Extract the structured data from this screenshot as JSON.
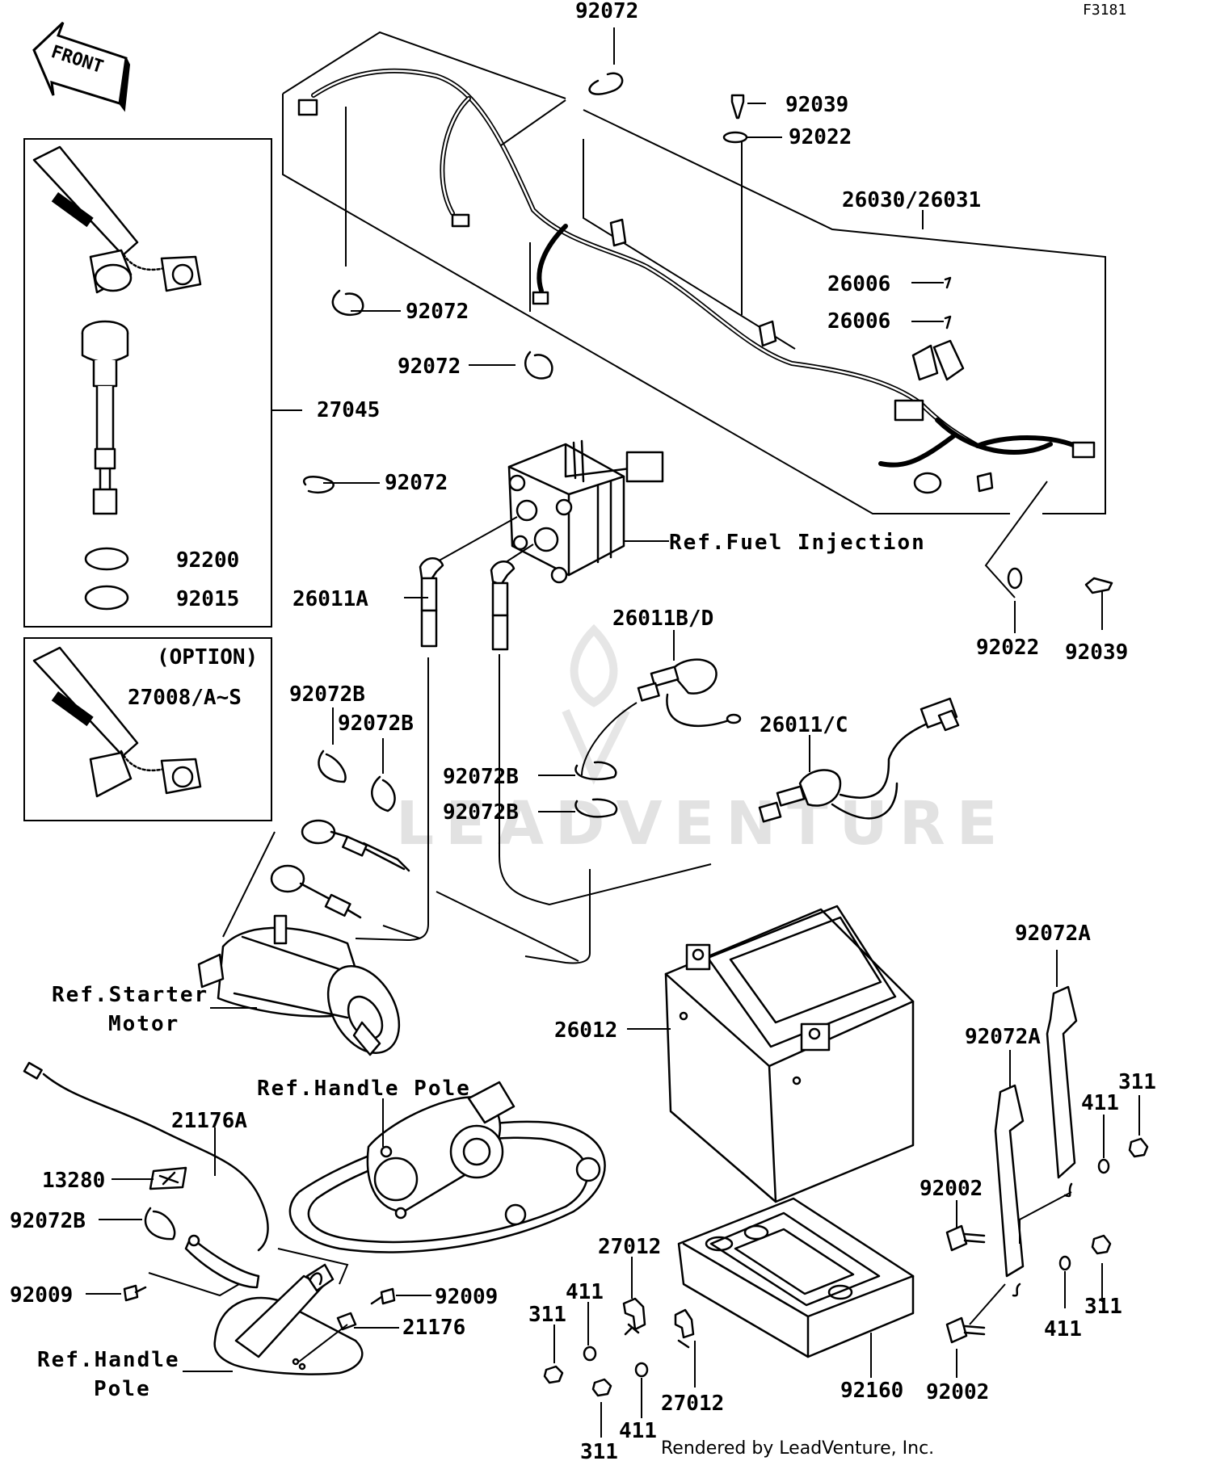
{
  "figure": {
    "code": "F3181",
    "front_label": "FRONT",
    "credit": "Rendered by LeadVenture, Inc.",
    "watermark": "LEADVENTURE"
  },
  "callouts": [
    {
      "id": "c01",
      "text": "92072"
    },
    {
      "id": "c02",
      "text": "92039"
    },
    {
      "id": "c03",
      "text": "92022"
    },
    {
      "id": "c04",
      "text": "26030/26031"
    },
    {
      "id": "c05",
      "text": "26006"
    },
    {
      "id": "c06",
      "text": "26006"
    },
    {
      "id": "c07",
      "text": "92072"
    },
    {
      "id": "c08",
      "text": "92072"
    },
    {
      "id": "c09",
      "text": "27045"
    },
    {
      "id": "c10",
      "text": "92072"
    },
    {
      "id": "c11",
      "text": "Ref.Fuel Injection"
    },
    {
      "id": "c12",
      "text": "92200"
    },
    {
      "id": "c13",
      "text": "92015"
    },
    {
      "id": "c14",
      "text": "26011A"
    },
    {
      "id": "c15",
      "text": "26011B/D"
    },
    {
      "id": "c16",
      "text": "92022"
    },
    {
      "id": "c17",
      "text": "92039"
    },
    {
      "id": "c18",
      "text": "(OPTION)"
    },
    {
      "id": "c19",
      "text": "27008/A~S"
    },
    {
      "id": "c20",
      "text": "92072B"
    },
    {
      "id": "c21",
      "text": "92072B"
    },
    {
      "id": "c22",
      "text": "26011/C"
    },
    {
      "id": "c23",
      "text": "92072B"
    },
    {
      "id": "c24",
      "text": "92072B"
    },
    {
      "id": "c25",
      "text": "92072A"
    },
    {
      "id": "c26",
      "text": "Ref.Starter"
    },
    {
      "id": "c27",
      "text": "Motor"
    },
    {
      "id": "c28",
      "text": "26012"
    },
    {
      "id": "c29",
      "text": "92072A"
    },
    {
      "id": "c30",
      "text": "Ref.Handle Pole"
    },
    {
      "id": "c31",
      "text": "311"
    },
    {
      "id": "c32",
      "text": "21176A"
    },
    {
      "id": "c33",
      "text": "411"
    },
    {
      "id": "c34",
      "text": "13280"
    },
    {
      "id": "c35",
      "text": "92002"
    },
    {
      "id": "c36",
      "text": "92072B"
    },
    {
      "id": "c37",
      "text": "27012"
    },
    {
      "id": "c38",
      "text": "92009"
    },
    {
      "id": "c39",
      "text": "411"
    },
    {
      "id": "c40",
      "text": "92009"
    },
    {
      "id": "c41",
      "text": "311"
    },
    {
      "id": "c42",
      "text": "21176"
    },
    {
      "id": "c43",
      "text": "311"
    },
    {
      "id": "c44",
      "text": "411"
    },
    {
      "id": "c45",
      "text": "Ref.Handle"
    },
    {
      "id": "c46",
      "text": "Pole"
    },
    {
      "id": "c47",
      "text": "27012"
    },
    {
      "id": "c48",
      "text": "92160"
    },
    {
      "id": "c49",
      "text": "92002"
    },
    {
      "id": "c50",
      "text": "411"
    },
    {
      "id": "c51",
      "text": "311"
    }
  ]
}
